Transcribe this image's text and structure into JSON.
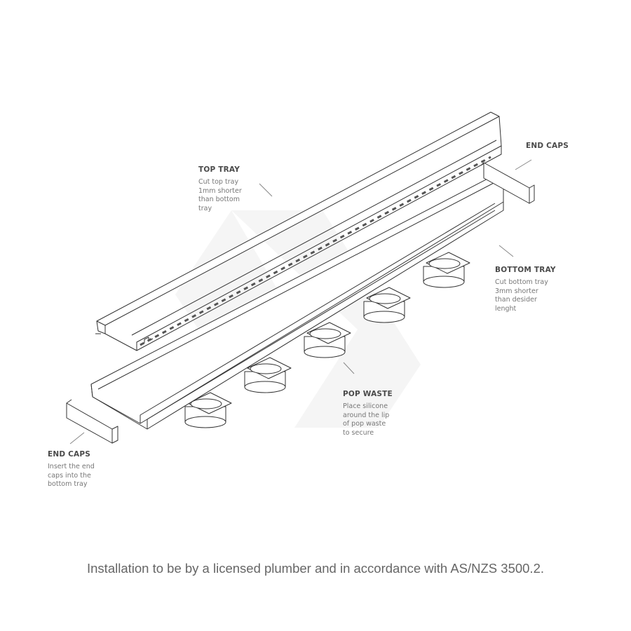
{
  "labels": {
    "top_tray": {
      "title": "TOP TRAY",
      "text": "Cut top tray\n1mm shorter\nthan bottom\ntray"
    },
    "end_caps_right": {
      "title": "END CAPS"
    },
    "bottom_tray": {
      "title": "BOTTOM TRAY",
      "text": "Cut bottom tray\n3mm shorter\nthan desider\nlenght"
    },
    "pop_waste": {
      "title": "POP WASTE",
      "text": "Place silicone\naround the lip\nof pop waste\nto secure"
    },
    "end_caps_left": {
      "title": "END CAPS",
      "text": "Insert the end\ncaps into the\nbottom tray"
    }
  },
  "footer": "Installation to be by a licensed plumber and in accordance with AS/NZS 3500.2.",
  "colors": {
    "line": "#333333",
    "text": "#666666",
    "watermark": "#f4f4f4"
  }
}
